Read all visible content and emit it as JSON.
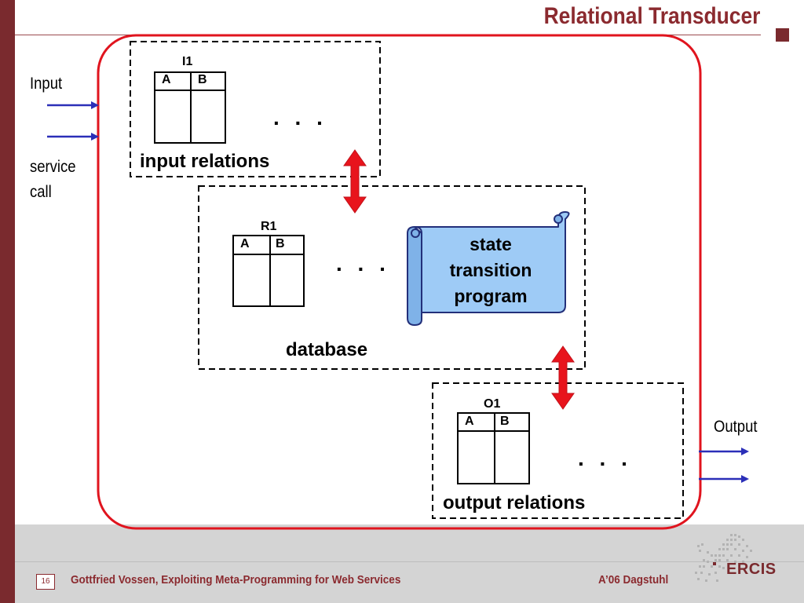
{
  "slide": {
    "title": "Relational Transducer",
    "footer": {
      "page_number": "16",
      "text": "Gottfried Vossen, Exploiting Meta-Programming for Web Services",
      "right": "A’06 Dagstuhl",
      "logo_text": "ERCIS"
    }
  },
  "diagram": {
    "input_label": "Input",
    "service_call_label": [
      "service",
      "call"
    ],
    "output_label": "Output",
    "dots": ". . .",
    "input_box": {
      "title": "input relations",
      "table_name": "I1",
      "columns": [
        "A",
        "B"
      ]
    },
    "database_box": {
      "title": "database",
      "table_name": "R1",
      "columns": [
        "A",
        "B"
      ],
      "program_lines": [
        "state",
        "transition",
        "program"
      ]
    },
    "output_box": {
      "title": "output relations",
      "table_name": "O1",
      "columns": [
        "A",
        "B"
      ]
    },
    "colors": {
      "transducer_border": "#e0141e",
      "arrow_fill": "#e8141c",
      "input_arrow": "#2b2fb8",
      "scroll_fill": "#9ecbf6",
      "scroll_stroke": "#23307a",
      "accent": "#8b2a2f"
    }
  }
}
